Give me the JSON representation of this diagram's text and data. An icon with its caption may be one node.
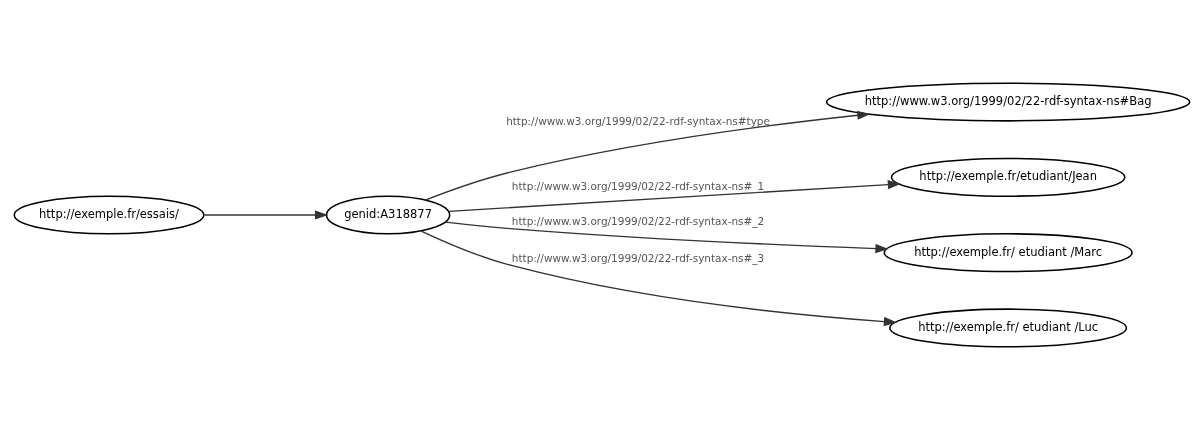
{
  "diagram": {
    "nodes": [
      {
        "text": [
          "http://exemple.fr/essais/"
        ]
      },
      {
        "text": [
          "genid:A318877"
        ]
      },
      {
        "text": [
          "http://www.w3.org/1999/02/22-rdf-syntax-ns#Bag"
        ]
      },
      {
        "text": [
          "http://exemple.fr/etudiant/Jean"
        ]
      },
      {
        "text": [
          "http://exemple.fr/ etudiant /Marc"
        ]
      },
      {
        "text": [
          "http://exemple.fr/ etudiant /Luc"
        ]
      }
    ],
    "edges": [
      {
        "from": 0,
        "to": 1,
        "arrow": "to"
      },
      {
        "from": 1,
        "to": 2,
        "arrow": "to",
        "label": "http://www.w3.org/1999/02/22-rdf-syntax-ns#type"
      },
      {
        "from": 1,
        "to": 3,
        "arrow": "to",
        "label": "http://www.w3.org/1999/02/22-rdf-syntax-ns#_1"
      },
      {
        "from": 1,
        "to": 4,
        "arrow": "to",
        "label": "http://www.w3.org/1999/02/22-rdf-syntax-ns#_2"
      },
      {
        "from": 1,
        "to": 5,
        "arrow": "to",
        "label": "http://www.w3.org/1999/02/22-rdf-syntax-ns#_3"
      }
    ]
  }
}
